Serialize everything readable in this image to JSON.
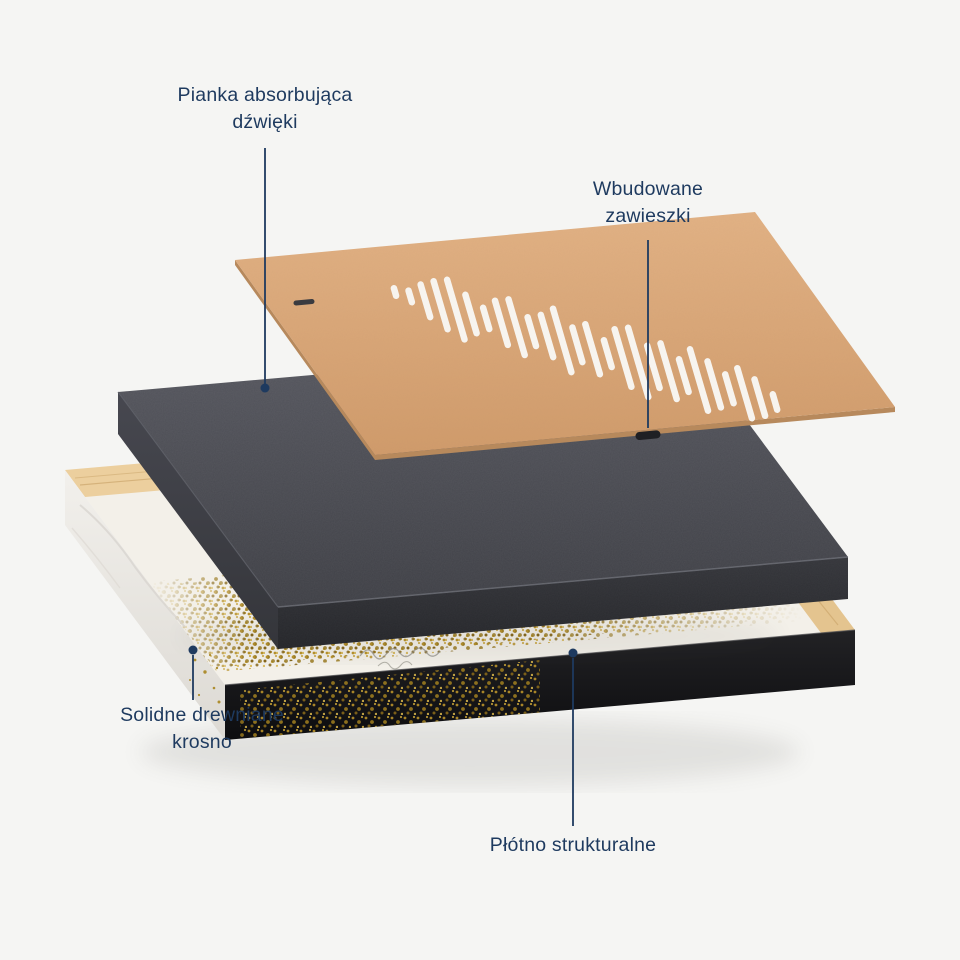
{
  "page": {
    "background": "#f5f5f3"
  },
  "labels": {
    "foam": {
      "line1": "Pianka absorbująca",
      "line2": "dźwięki"
    },
    "hangers": {
      "line1": "Wbudowane",
      "line2": "zawieszki"
    },
    "frame": {
      "line1": "Solidne drewniane",
      "line2": "krosno"
    },
    "canvas": {
      "line1": "Płótno strukturalne"
    }
  },
  "colors": {
    "label_text": "#1e3a5f",
    "leader_line": "#1e3a5f",
    "board_tan": "#d9a474",
    "foam_gray": "#45464c",
    "canvas_side_black": "#141416",
    "wood_bar": "#e8cb97",
    "gold_accent": "#b8922a",
    "slot_cut": "#f7f4ef",
    "hanger_black": "#1f2024"
  }
}
